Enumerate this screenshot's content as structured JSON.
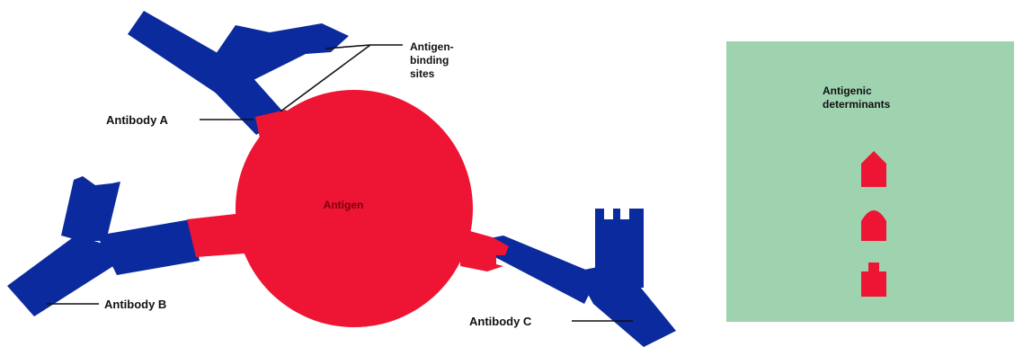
{
  "labels": {
    "antigen_binding_line1": "Antigen-",
    "antigen_binding_line2": "binding",
    "antigen_binding_line3": "sites",
    "antibody_a": "Antibody A",
    "antibody_b": "Antibody B",
    "antibody_c": "Antibody C",
    "antigen": "Antigen",
    "antigenic_line1": "Antigenic",
    "antigenic_line2": "determinants"
  },
  "colors": {
    "antibody": "#0b2a9e",
    "antigen": "#ee1433",
    "panel": "#9fd3b0",
    "line": "#111111"
  }
}
